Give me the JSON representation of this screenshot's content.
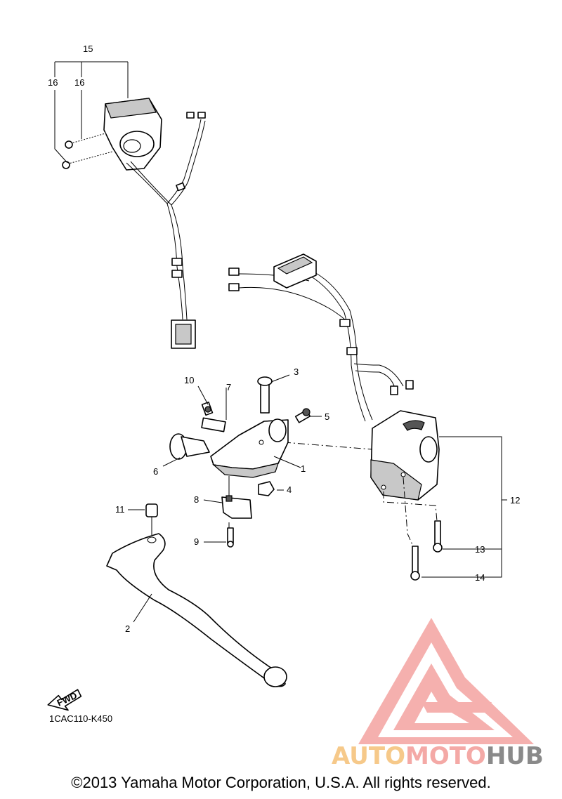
{
  "callouts": {
    "c1": "1",
    "c2": "2",
    "c3": "3",
    "c4": "4",
    "c5": "5",
    "c6": "6",
    "c7": "7",
    "c8": "8",
    "c9": "9",
    "c10": "10",
    "c11": "11",
    "c12": "12",
    "c13": "13",
    "c14": "14",
    "c15": "15",
    "c16a": "16",
    "c16b": "16"
  },
  "fwd_label": "FWD",
  "diagram_code": "1CAC110-K450",
  "watermark": {
    "word_part1": "AUTO",
    "word_part2": "MOTO",
    "word_part3": "HUB",
    "color_part1": "#f6c98a",
    "color_part2": "#f4a9a6",
    "color_part3": "#8a8a8a",
    "logo_color": "#f4a3a0"
  },
  "copyright": "©2013 Yamaha Motor Corporation, U.S.A. All rights reserved."
}
